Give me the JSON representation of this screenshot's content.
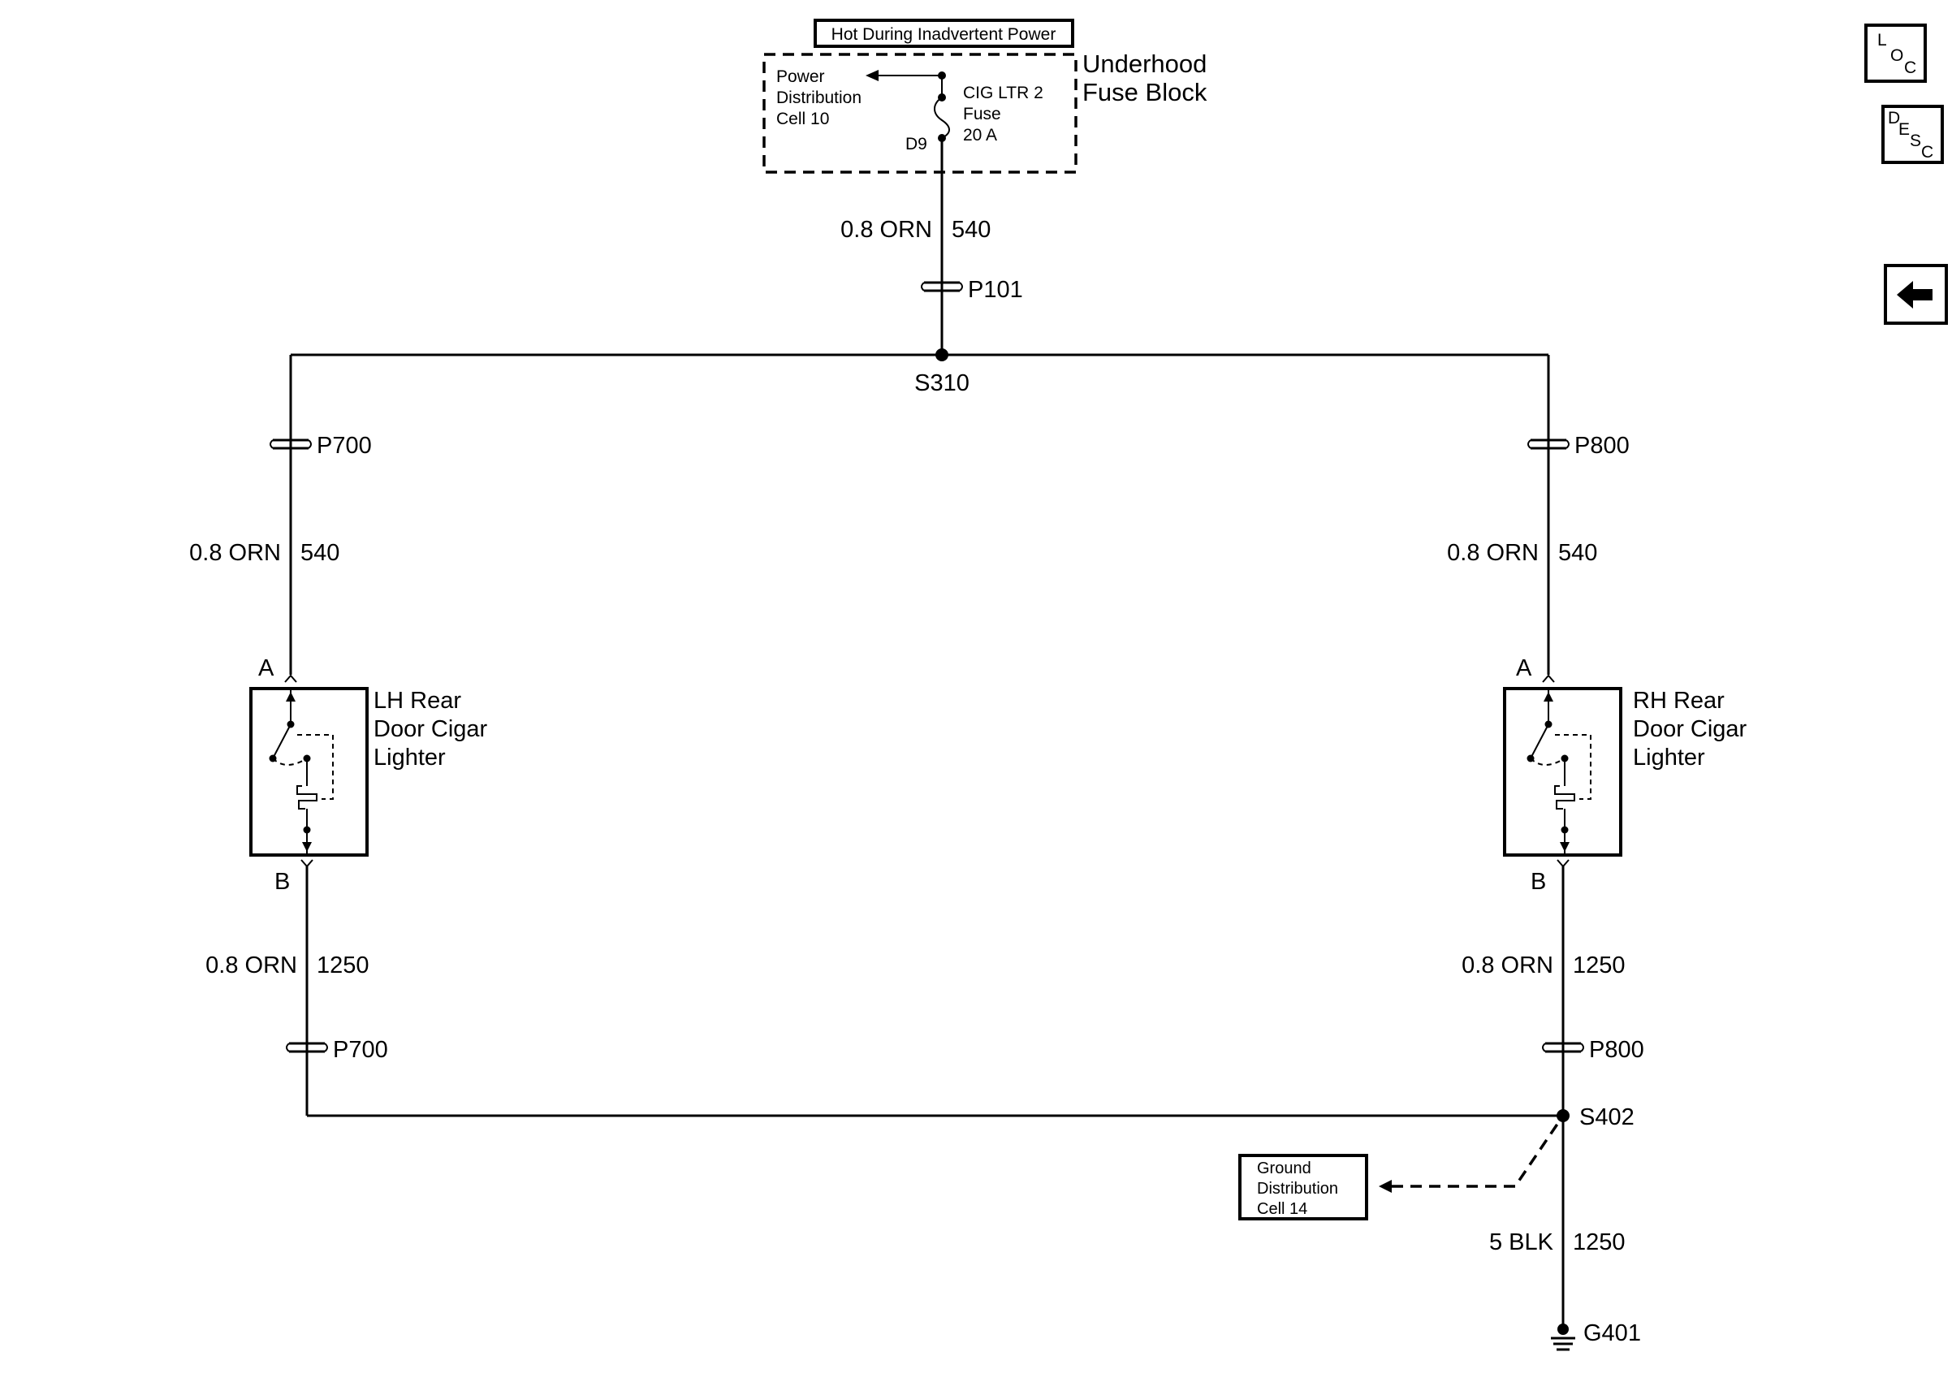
{
  "header_box": "Hot During Inadvertent Power",
  "fuse_block": {
    "name_line1": "Underhood",
    "name_line2": "Fuse Block",
    "pd_line1": "Power",
    "pd_line2": "Distribution",
    "pd_line3": "Cell 10",
    "fuse_line1": "CIG LTR 2",
    "fuse_line2": "Fuse",
    "fuse_line3": "20 A",
    "terminal": "D9"
  },
  "feed_wire": {
    "gauge_color": "0.8 ORN",
    "circuit": "540"
  },
  "p101": "P101",
  "s310": "S310",
  "left": {
    "connector_top": "P700",
    "wire_top_gauge": "0.8 ORN",
    "wire_top_circuit": "540",
    "pin_a": "A",
    "pin_b": "B",
    "name_line1": "LH Rear",
    "name_line2": "Door Cigar",
    "name_line3": "Lighter",
    "wire_bottom_gauge": "0.8 ORN",
    "wire_bottom_circuit": "1250",
    "connector_bottom": "P700"
  },
  "right": {
    "connector_top": "P800",
    "wire_top_gauge": "0.8 ORN",
    "wire_top_circuit": "540",
    "pin_a": "A",
    "pin_b": "B",
    "name_line1": "RH Rear",
    "name_line2": "Door Cigar",
    "name_line3": "Lighter",
    "wire_bottom_gauge": "0.8 ORN",
    "wire_bottom_circuit": "1250",
    "connector_bottom": "P800"
  },
  "s402": "S402",
  "ground_box": {
    "line1": "Ground",
    "line2": "Distribution",
    "line3": "Cell 14"
  },
  "ground_wire": {
    "gauge_color": "5 BLK",
    "circuit": "1250"
  },
  "g401": "G401",
  "side_buttons": {
    "loc": {
      "l": "L",
      "o": "O",
      "c": "C"
    },
    "desc": {
      "d": "D",
      "e": "E",
      "s": "S",
      "c": "C"
    },
    "back_icon": "left-arrow-icon"
  }
}
